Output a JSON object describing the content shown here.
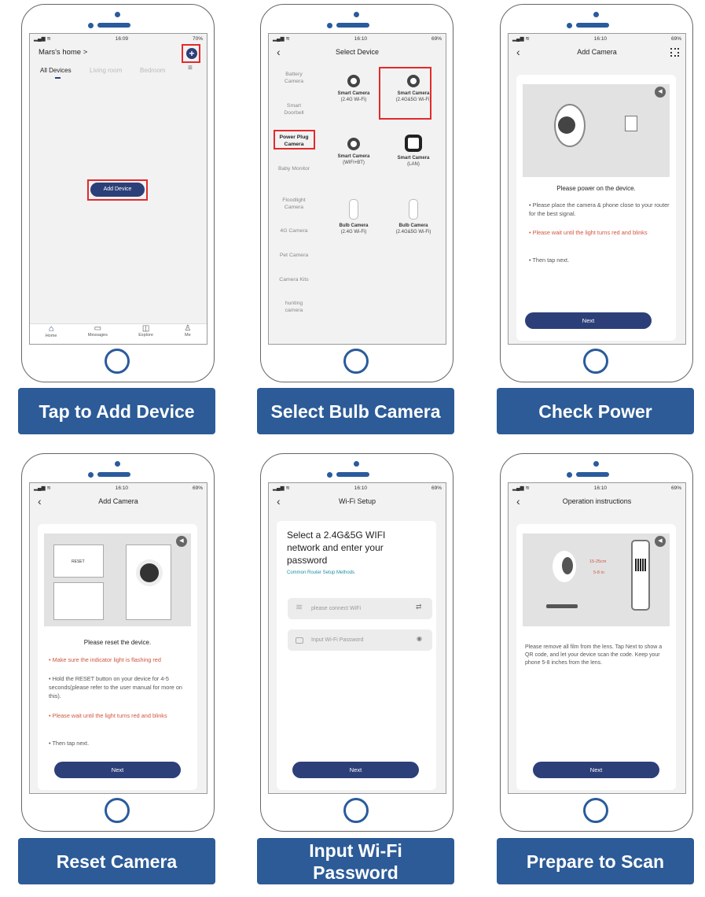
{
  "steps": [
    {
      "label": "Tap to Add Device",
      "status": {
        "time": "16:09",
        "battery": "70%"
      },
      "home_title": "Mars's home >",
      "tabs": [
        "All Devices",
        "Living room",
        "Bedroom"
      ],
      "add_device": "Add Device",
      "nav": [
        "Home",
        "Messages",
        "Explore",
        "Me"
      ]
    },
    {
      "label": "Select Bulb Camera",
      "status": {
        "time": "16:10",
        "battery": "69%"
      },
      "title": "Select Device",
      "categories": [
        "Battery Camera",
        "Smart Doorbell",
        "Power Plug Camera",
        "Baby Monitor",
        "Floodlight Camera",
        "4G Camera",
        "Pet Camera",
        "Camera Kits",
        "hunting camera"
      ],
      "devices": [
        {
          "name": "Smart Camera",
          "sub": "(2.4G Wi-Fi)"
        },
        {
          "name": "Smart Camera",
          "sub": "(2.4G&5G Wi-Fi)"
        },
        {
          "name": "Smart Camera",
          "sub": "(WIFI+BT)"
        },
        {
          "name": "Smart Camera",
          "sub": "(LAN)"
        },
        {
          "name": "Bulb Camera",
          "sub": "(2.4G Wi-Fi)"
        },
        {
          "name": "Bulb Camera",
          "sub": "(2.4G&5G Wi-Fi)"
        }
      ]
    },
    {
      "label": "Check Power",
      "status": {
        "time": "16:10",
        "battery": "69%"
      },
      "title": "Add Camera",
      "heading": "Please power on the device.",
      "lines": [
        "• Please place the camera & phone close to your router for the best signal.",
        "• Please wait until the light turns red and blinks",
        "• Then tap next."
      ],
      "next": "Next"
    },
    {
      "label": "Reset Camera",
      "status": {
        "time": "16:10",
        "battery": "69%"
      },
      "title": "Add Camera",
      "heading": "Please reset the device.",
      "reset_label": "RESET",
      "lines": [
        "• Make sure the indicator light is flashing red",
        "• Hold the RESET button on your device for 4-5 seconds(please refer to the user manual for more on this).",
        "• Please wait until the light turns red and blinks",
        "• Then tap next."
      ],
      "next": "Next"
    },
    {
      "label": "Input Wi-Fi Password",
      "status": {
        "time": "16:10",
        "battery": "69%"
      },
      "title": "Wi-Fi Setup",
      "heading": "Select a 2.4G&5G WIFI network and enter your password",
      "link": "Common Router Setup Methods",
      "wifi_placeholder": "please connect WiFi",
      "password_placeholder": "Input Wi-Fi Password",
      "next": "Next"
    },
    {
      "label": "Prepare to Scan",
      "status": {
        "time": "16:10",
        "battery": "69%"
      },
      "title": "Operation instructions",
      "distance_cm": "15-25cm",
      "distance_in": "5-8 in",
      "text": "Please remove all film from the lens. Tap Next to show a QR code, and let your device scan the code. Keep your phone 5-8 inches from the lens.",
      "next": "Next"
    }
  ],
  "colors": {
    "brand": "#2c5b97",
    "button": "#2c3f78",
    "highlight": "#e32a2a",
    "warning": "#d0553f"
  }
}
